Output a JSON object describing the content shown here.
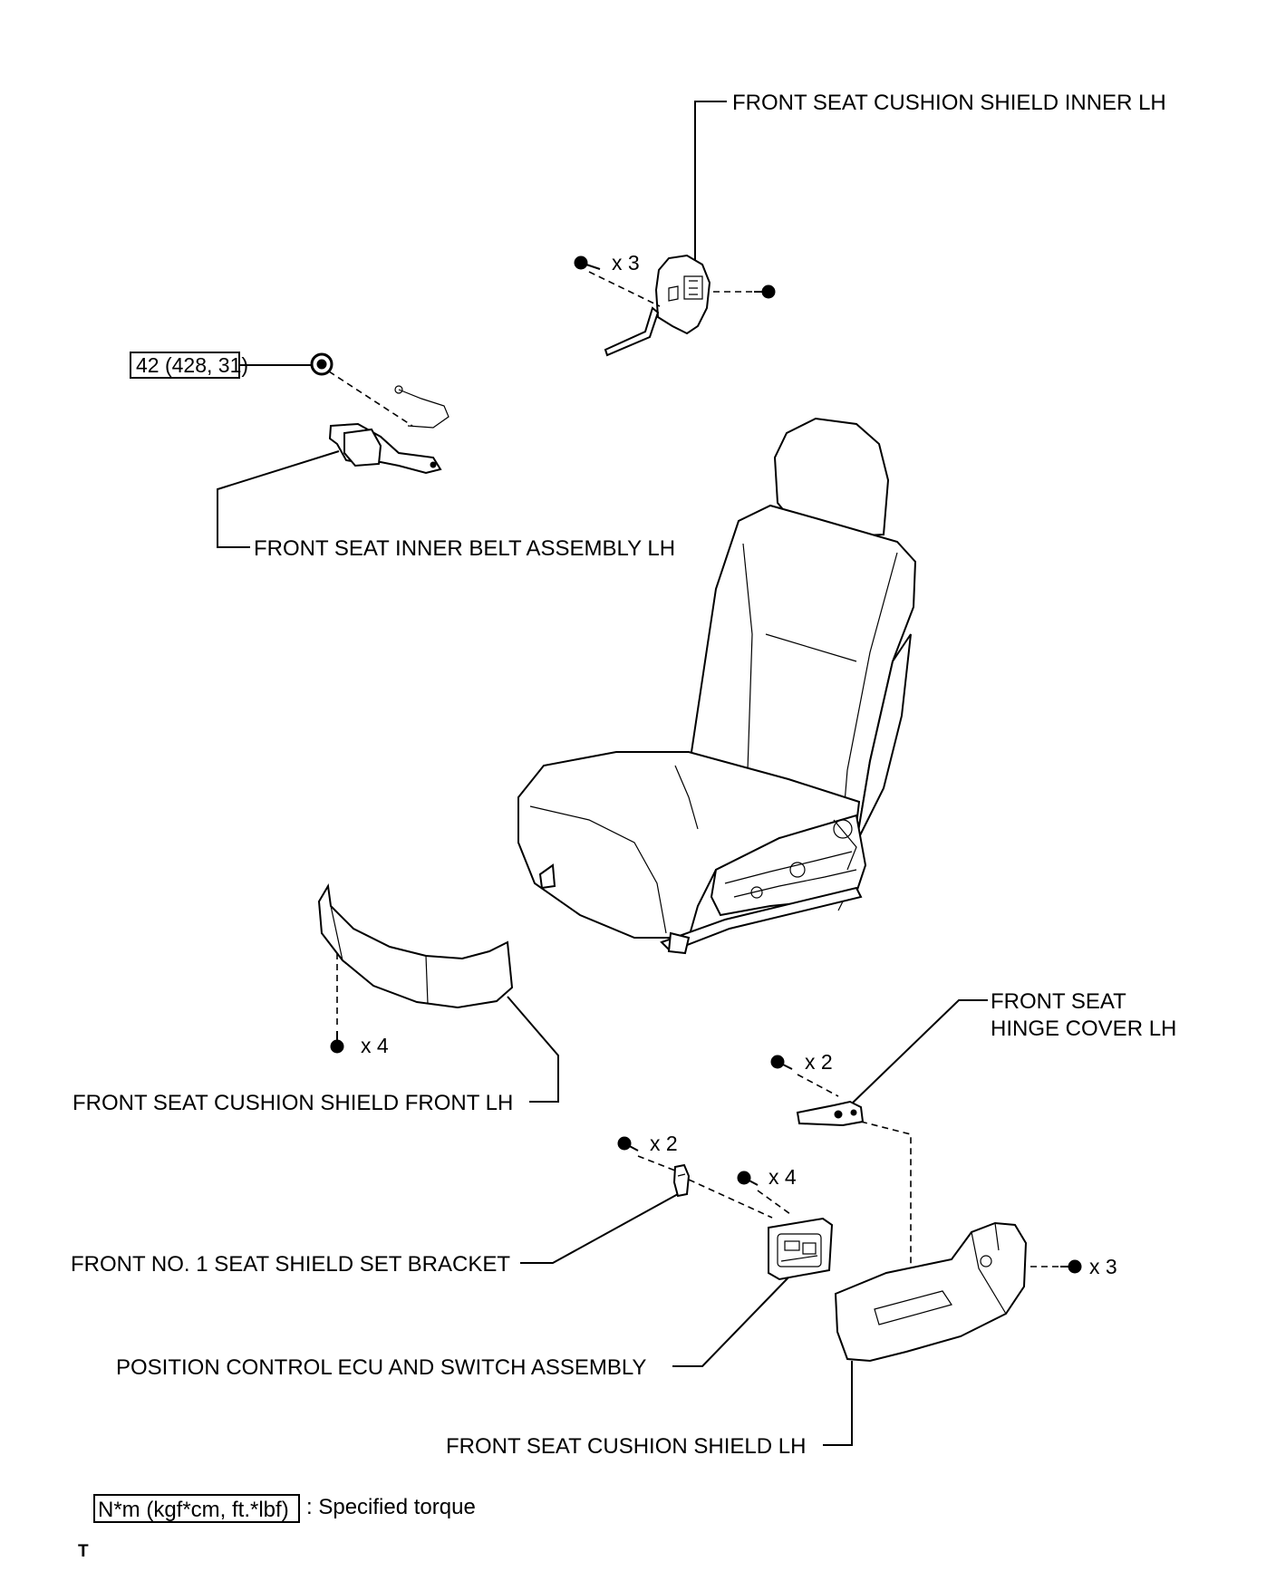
{
  "labels": {
    "cushion_shield_inner": "FRONT SEAT CUSHION SHIELD INNER LH",
    "inner_belt": "FRONT SEAT INNER BELT ASSEMBLY LH",
    "cushion_shield_front": "FRONT SEAT CUSHION SHIELD FRONT LH",
    "hinge_cover_line1": "FRONT SEAT",
    "hinge_cover_line2": "HINGE COVER LH",
    "shield_set_bracket": "FRONT NO. 1 SEAT SHIELD SET BRACKET",
    "position_control": "POSITION CONTROL ECU AND SWITCH ASSEMBLY",
    "cushion_shield": "FRONT SEAT CUSHION SHIELD LH"
  },
  "quantities": {
    "inner_screws": "x 3",
    "front_screws": "x 4",
    "hinge_screws": "x 2",
    "bracket_screws": "x 2",
    "ecu_screws": "x 4",
    "shield_screws": "x 3"
  },
  "torque": {
    "belt_value": "42 (428, 31)",
    "legend_box": "N*m (kgf*cm, ft.*lbf)",
    "legend_text": ": Specified torque"
  },
  "footer": {
    "mark": "T"
  }
}
